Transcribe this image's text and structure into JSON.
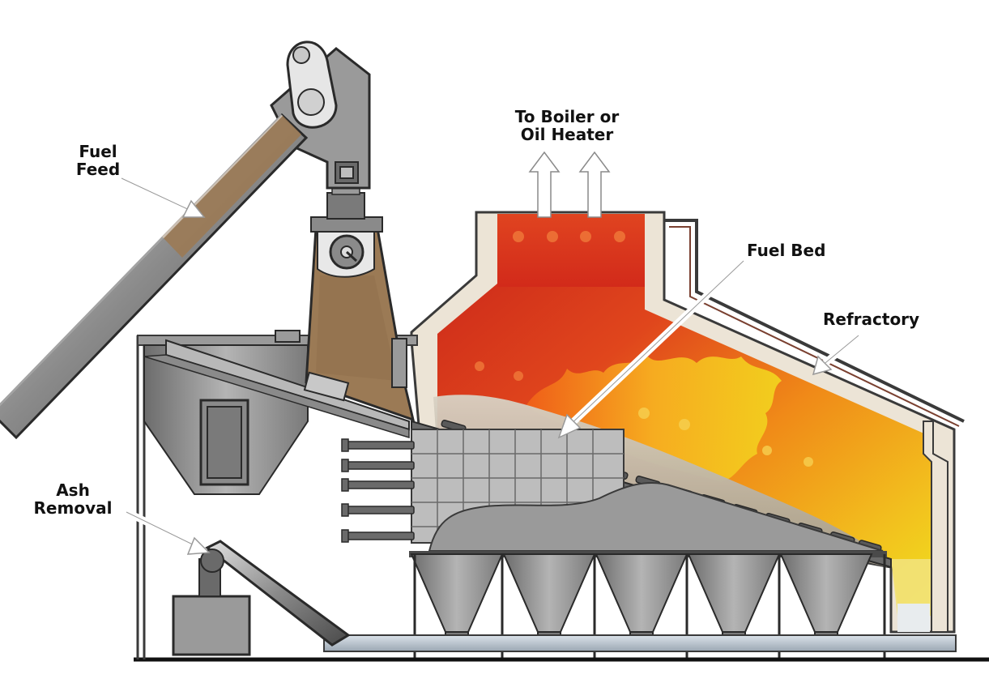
{
  "labels": {
    "fuel_feed": [
      "Fuel",
      "Feed"
    ],
    "to_boiler": [
      "To Boiler or",
      "Oil Heater"
    ],
    "fuel_bed": "Fuel Bed",
    "refractory": "Refractory",
    "ash_removal": [
      "Ash",
      "Removal"
    ]
  },
  "colors": {
    "steel_dark": "#4a4a4a",
    "steel": "#9a9a9a",
    "steel_light": "#c8c8c8",
    "fuel_brown": "#9b7a55",
    "refractory": "#ece4d6",
    "flame_red": "#d8321c",
    "flame_orange": "#f08a18",
    "flame_yellow": "#f2d21e",
    "bed_gray": "#b0a89a"
  }
}
